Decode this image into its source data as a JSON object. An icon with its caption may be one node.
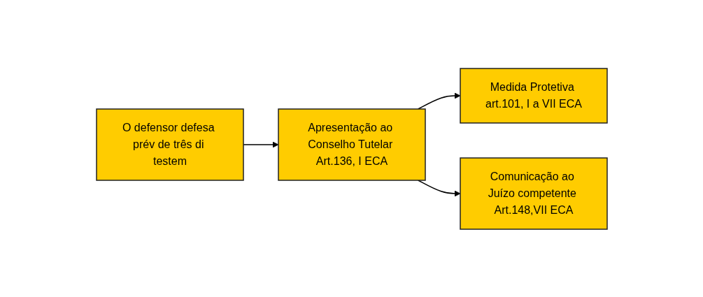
{
  "diagram": {
    "nodes": [
      {
        "text": [
          "O defensor defesa prév de três di testem"
        ]
      },
      {
        "text": [
          "Apresentação ao Conselho Tutelar Art.136, I ECA"
        ]
      },
      {
        "text": [
          "Medida Protetiva art.101, I a VII ECA"
        ]
      },
      {
        "text": [
          "Comunicação ao Juízo competente Art.148,VII ECA"
        ]
      }
    ],
    "edges": [
      {
        "from": 0,
        "to": 1,
        "arrow": "to"
      },
      {
        "from": 1,
        "to": 2,
        "arrow": "to"
      },
      {
        "from": 1,
        "to": 3,
        "arrow": "to"
      }
    ]
  }
}
